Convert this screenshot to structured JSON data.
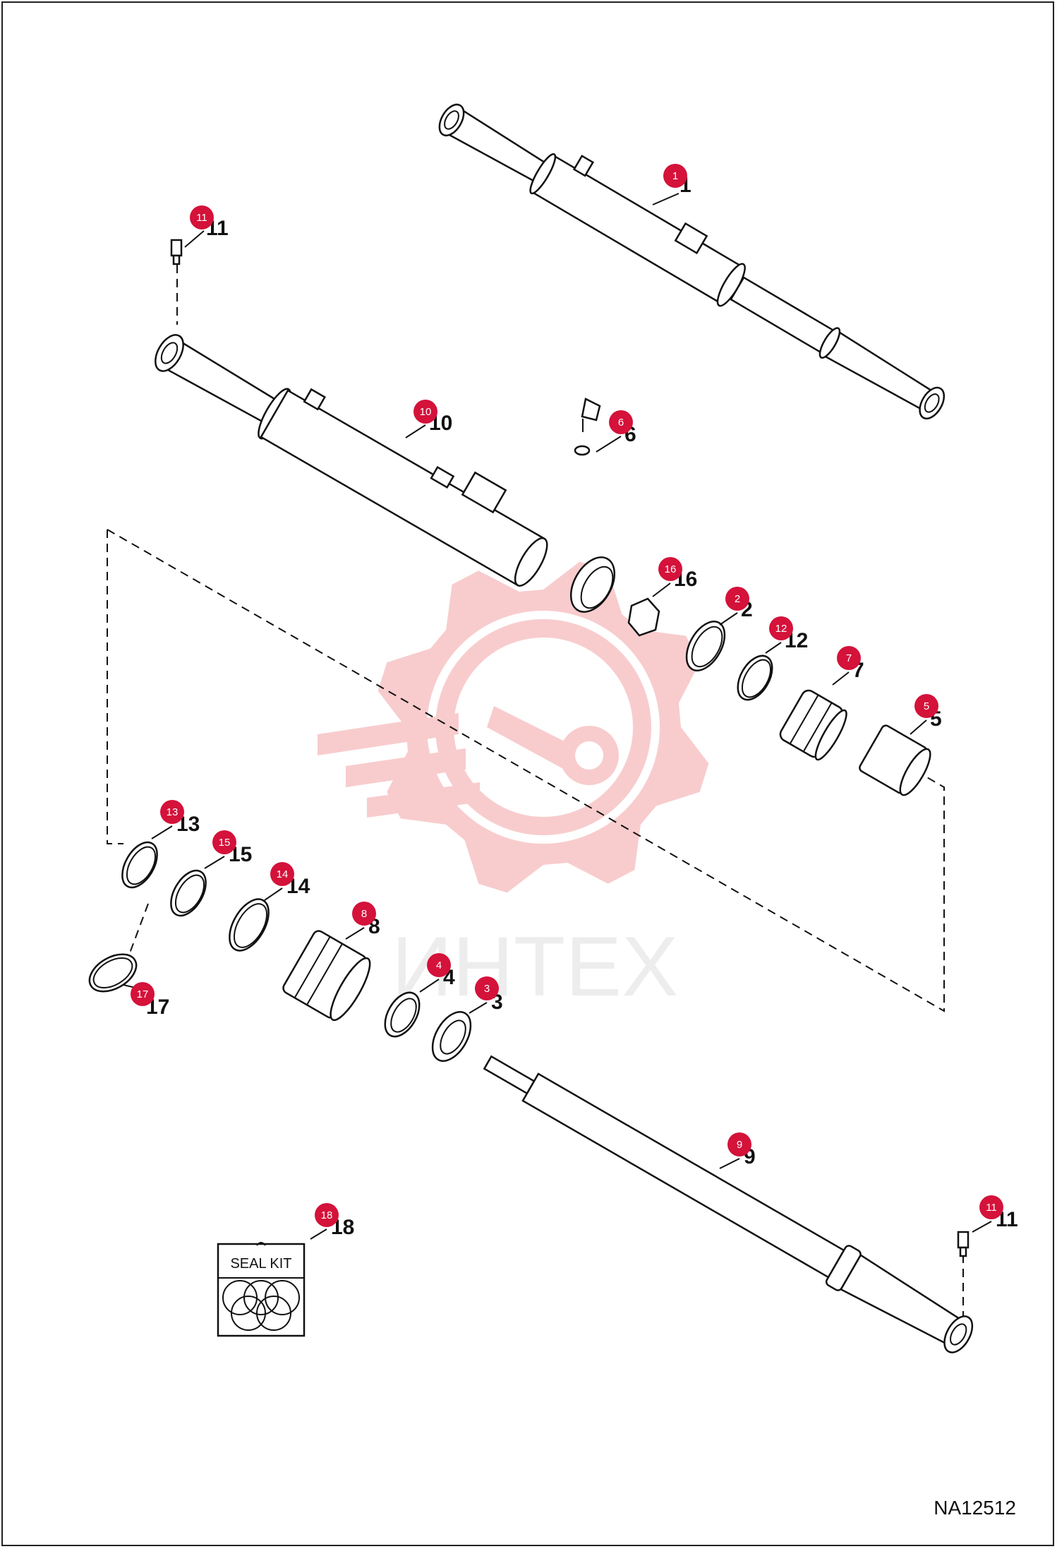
{
  "diagram": {
    "drawing_code": "NA12512",
    "watermark_text": "ИНТЕХ",
    "seal_kit_label": "SEAL KIT",
    "badge_color": "#d4123a",
    "watermark_color": "#f2a0a4",
    "callouts": [
      {
        "id": "1",
        "badge": "1",
        "label": "1"
      },
      {
        "id": "11a",
        "badge": "11",
        "label": "11"
      },
      {
        "id": "10",
        "badge": "10",
        "label": "10"
      },
      {
        "id": "6",
        "badge": "6",
        "label": "6"
      },
      {
        "id": "16",
        "badge": "16",
        "label": "16"
      },
      {
        "id": "2",
        "badge": "2",
        "label": "2"
      },
      {
        "id": "12",
        "badge": "12",
        "label": "12"
      },
      {
        "id": "7",
        "badge": "7",
        "label": "7"
      },
      {
        "id": "5",
        "badge": "5",
        "label": "5"
      },
      {
        "id": "13",
        "badge": "13",
        "label": "13"
      },
      {
        "id": "15",
        "badge": "15",
        "label": "15"
      },
      {
        "id": "14",
        "badge": "14",
        "label": "14"
      },
      {
        "id": "8",
        "badge": "8",
        "label": "8"
      },
      {
        "id": "4",
        "badge": "4",
        "label": "4"
      },
      {
        "id": "3",
        "badge": "3",
        "label": "3"
      },
      {
        "id": "17",
        "badge": "17",
        "label": "17"
      },
      {
        "id": "9",
        "badge": "9",
        "label": "9"
      },
      {
        "id": "18",
        "badge": "18",
        "label": "18"
      },
      {
        "id": "11b",
        "badge": "11",
        "label": "11"
      }
    ]
  }
}
